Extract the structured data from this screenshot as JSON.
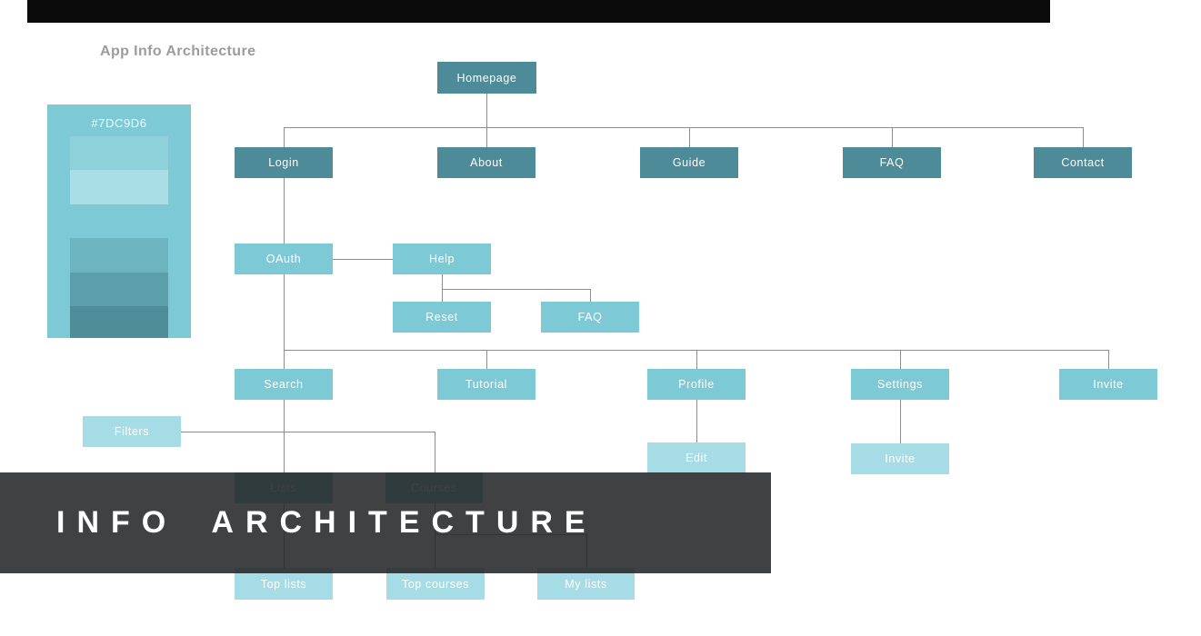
{
  "page": {
    "title": "App Info Architecture"
  },
  "palette": {
    "label": "#7DC9D6",
    "base": "#7DC9D6",
    "tints": [
      "#8ED1DB",
      "#A9DEE6"
    ],
    "shades": [
      "#6CB4C0",
      "#5C9FAB",
      "#4F8D99"
    ]
  },
  "banner": {
    "title": "INFO ARCHITECTURE",
    "background": "#282B2C",
    "text_color": "#FFFFFF"
  },
  "colors": {
    "level1": "#4D8B98",
    "level2": "#7DC9D6",
    "level3": "#A6DCE5",
    "connector": "#8C8C8C",
    "top_bar": "#0A0A0A",
    "title_text": "#9C9C9C"
  },
  "nodes": {
    "homepage": "Homepage",
    "login": "Login",
    "about": "About",
    "guide": "Guide",
    "faq": "FAQ",
    "contact": "Contact",
    "oauth": "OAuth",
    "help": "Help",
    "reset": "Reset",
    "faq_help": "FAQ",
    "search": "Search",
    "tutorial": "Tutorial",
    "profile": "Profile",
    "settings": "Settings",
    "invite": "Invite",
    "filters": "Filters",
    "edit": "Edit",
    "invite_settings": "Invite",
    "lists": "Lists",
    "courses": "Courses",
    "top_lists": "Top lists",
    "top_courses": "Top courses",
    "my_lists": "My lists"
  },
  "edges": {
    "Homepage": [
      "Login",
      "About",
      "Guide",
      "FAQ",
      "Contact"
    ],
    "Login": [
      "OAuth"
    ],
    "OAuth": [
      "Help",
      "Search",
      "Tutorial",
      "Profile",
      "Settings",
      "Invite"
    ],
    "Help": [
      "Reset",
      "FAQ"
    ],
    "Search": [
      "Filters",
      "Lists",
      "Courses"
    ],
    "Profile": [
      "Edit"
    ],
    "Settings": [
      "Invite"
    ],
    "Lists": [
      "Top lists"
    ],
    "Courses": [
      "Top courses",
      "My lists"
    ]
  }
}
